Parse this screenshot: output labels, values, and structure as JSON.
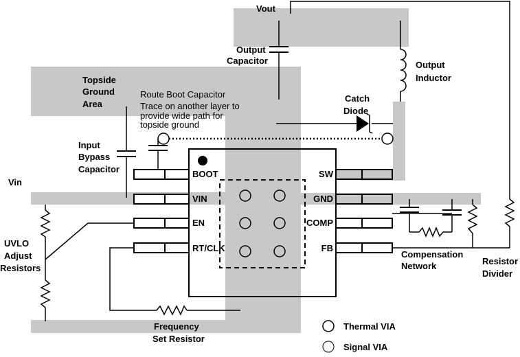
{
  "labels": {
    "vout": "Vout",
    "output_capacitor": [
      "Output",
      "Capacitor"
    ],
    "output_inductor": [
      "Output",
      "Inductor"
    ],
    "topside_ground_area": [
      "Topside",
      "Ground",
      "Area"
    ],
    "route_note": [
      "Route Boot Capacitor",
      "Trace on another layer to",
      "provide wide path for",
      "topside ground"
    ],
    "catch_diode": [
      "Catch",
      "Diode"
    ],
    "input_bypass_capacitor": [
      "Input",
      "Bypass",
      "Capacitor"
    ],
    "vin": "Vin",
    "uvlo_adjust_resistors": [
      "UVLO",
      "Adjust",
      "Resistors"
    ],
    "compensation_network": [
      "Compensation",
      "Network"
    ],
    "resistor_divider": [
      "Resistor",
      "Divider"
    ],
    "frequency_set_resistor": [
      "Frequency",
      "Set Resistor"
    ]
  },
  "pins_left": [
    "BOOT",
    "VIN",
    "EN",
    "RT/CLK"
  ],
  "pins_right": [
    "SW",
    "GND",
    "COMP",
    "FB"
  ],
  "legend": {
    "thermal_via": "Thermal VIA",
    "signal_via": "Signal VIA"
  },
  "colors": {
    "copper": "#c8c8c8",
    "line": "#000000"
  }
}
